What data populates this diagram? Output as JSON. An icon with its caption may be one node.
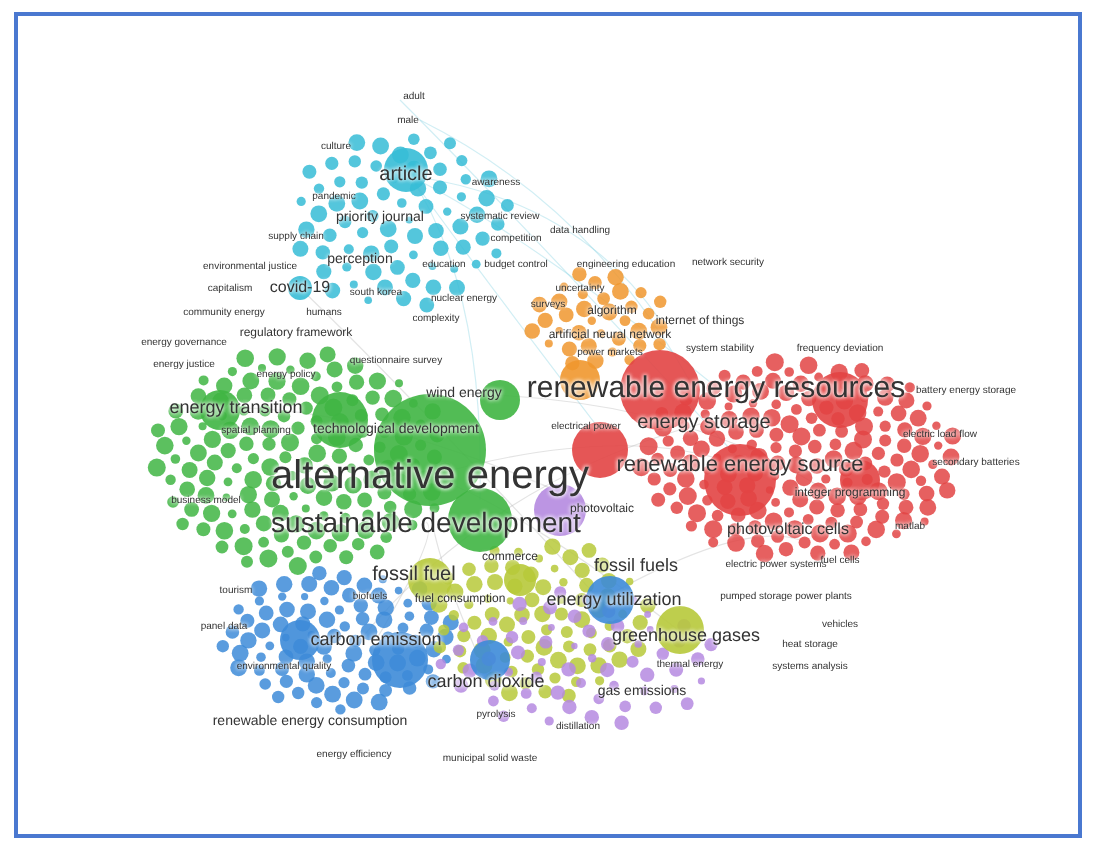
{
  "diagram": {
    "labels": [
      "adult",
      "male",
      "culture",
      "article",
      "awareness",
      "pandemic",
      "priority journal",
      "systematic review",
      "supply chain",
      "competition",
      "data handling",
      "environmental justice",
      "perception",
      "education",
      "budget control",
      "engineering education",
      "network security",
      "capitalism",
      "covid-19",
      "south korea",
      "nuclear energy",
      "uncertainty",
      "community energy",
      "humans",
      "complexity",
      "surveys",
      "algorithm",
      "internet of things",
      "regulatory framework",
      "energy governance",
      "artificial neural network",
      "power markets",
      "system stability",
      "frequency deviation",
      "energy justice",
      "questionnaire survey",
      "energy policy",
      "wind energy",
      "renewable energy resources",
      "battery energy storage",
      "energy transition",
      "spatial planning",
      "technological development",
      "electrical power",
      "energy storage",
      "electric load flow",
      "secondary batteries",
      "alternative energy",
      "renewable energy source",
      "integer programming",
      "photovoltaic",
      "business model",
      "sustainable development",
      "photovoltaic cells",
      "matlab",
      "commerce",
      "fossil fuel",
      "fossil fuels",
      "electric power systems",
      "fuel cells",
      "energy utilization",
      "pumped storage power plants",
      "tourism",
      "biofuels",
      "fuel consumption",
      "panel data",
      "carbon emission",
      "greenhouse gases",
      "vehicles",
      "heat storage",
      "environmental quality",
      "thermal energy",
      "systems analysis",
      "carbon dioxide",
      "gas emissions",
      "renewable energy consumption",
      "pyrolysis",
      "distillation",
      "energy efficiency",
      "municipal solid waste"
    ]
  }
}
